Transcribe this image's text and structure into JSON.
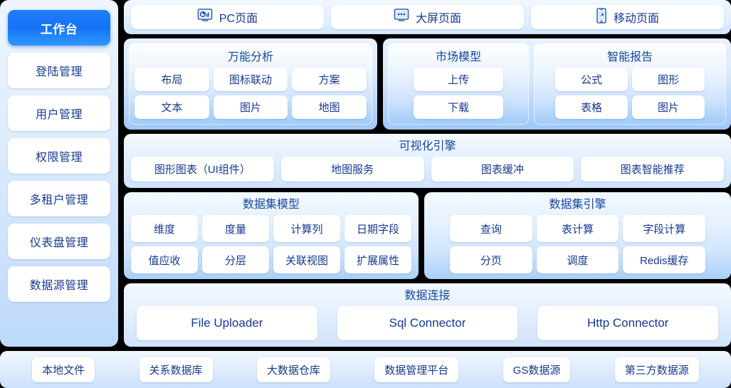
{
  "sidebar": {
    "items": [
      {
        "label": "工作台",
        "active": true
      },
      {
        "label": "登陆管理",
        "active": false
      },
      {
        "label": "用户管理",
        "active": false
      },
      {
        "label": "权限管理",
        "active": false
      },
      {
        "label": "多租户管理",
        "active": false
      },
      {
        "label": "仪表盘管理",
        "active": false
      },
      {
        "label": "数据源管理",
        "active": false
      }
    ]
  },
  "tabs": [
    {
      "label": "PC页面",
      "icon": "monitor-chart-icon"
    },
    {
      "label": "大屏页面",
      "icon": "big-screen-icon"
    },
    {
      "label": "移动页面",
      "icon": "mobile-phone-icon"
    }
  ],
  "modules": {
    "analysis": {
      "title": "万能分析",
      "buttons": [
        "布局",
        "图标联动",
        "方案",
        "文本",
        "图片",
        "地图"
      ]
    },
    "market": {
      "title": "市场模型",
      "buttons": [
        "上传",
        "下载"
      ]
    },
    "report": {
      "title": "智能报告",
      "buttons": [
        "公式",
        "图形",
        "表格",
        "图片"
      ]
    }
  },
  "visualization": {
    "title": "可视化引擎",
    "buttons": [
      "图形图表（UI组件）",
      "地图服务",
      "图表缓冲",
      "图表智能推荐"
    ]
  },
  "dataset_model": {
    "title": "数据集模型",
    "buttons": [
      "维度",
      "度量",
      "计算列",
      "日期字段",
      "值应收",
      "分层",
      "关联视图",
      "扩展属性"
    ]
  },
  "dataset_engine": {
    "title": "数据集引擎",
    "buttons": [
      "查询",
      "表计算",
      "字段计算",
      "分页",
      "调度",
      "Redis缓存"
    ]
  },
  "data_connection": {
    "title": "数据连接",
    "buttons": [
      "File Uploader",
      "Sql Connector",
      "Http Connector"
    ]
  },
  "data_sources": [
    "本地文件",
    "关系数据库",
    "大数据仓库",
    "数据管理平台",
    "GS数据源",
    "第三方数据源"
  ],
  "colors": {
    "accent": "#1673f6",
    "text_blue": "#17398c",
    "title_blue": "#16479b",
    "panel_bg": "#e6f1fe",
    "page_bg": "#000000"
  }
}
